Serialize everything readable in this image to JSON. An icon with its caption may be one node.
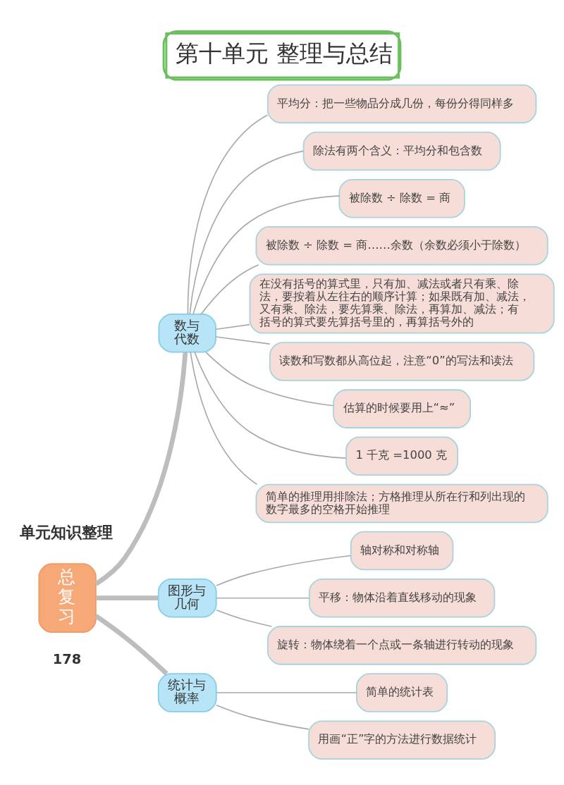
{
  "diagram": {
    "title": "第十单元 整理与总结",
    "nodes": [
      {
        "text": [
          "总复习"
        ]
      },
      {
        "text": [
          "数与代数"
        ]
      },
      {
        "text": [
          "平均分：把一些物品分成几份，每份分得同样多"
        ]
      },
      {
        "text": [
          "除法有两个含义：平均分和包含数"
        ]
      },
      {
        "text": [
          "被除数 ÷ 除数 = 商"
        ]
      },
      {
        "text": [
          "被除数 ÷ 除数 = 商……余数（余数必须小于除数）"
        ]
      },
      {
        "text": [
          "在没有括号的算式里，只有加、减法或者只有乘、除法，要按着从左往右的顺序计算；如果既有加、减法，又有乘、除法，要先算乘、除法，再算加、减法；有括号的算式要先算括号里的，再算括号外的"
        ]
      },
      {
        "text": [
          "读数和写数都从高位起，注意“0”的写法和读法"
        ]
      },
      {
        "text": [
          "估算的时候要用上“≈”"
        ]
      },
      {
        "text": [
          "1 千克 =1000 克"
        ]
      },
      {
        "text": [
          "简单的推理用排除法；方格推理从所在行和列出现的数字最多的空格开始推理"
        ]
      },
      {
        "text": [
          "图形与几何"
        ]
      },
      {
        "text": [
          "轴对称和对称轴"
        ]
      },
      {
        "text": [
          "平移：物体沿着直线移动的现象"
        ]
      },
      {
        "text": [
          "旋转：物体绕着一个点或一条轴进行转动的现象"
        ]
      },
      {
        "text": [
          "统计与概率"
        ]
      },
      {
        "text": [
          "简单的统计表"
        ]
      },
      {
        "text": [
          "用画“正”字的方法进行数据统计"
        ]
      }
    ],
    "edges": [
      {
        "from": 0,
        "to": 1,
        "arrow": "none",
        "style": "thick"
      },
      {
        "from": 1,
        "to": 2,
        "arrow": "none"
      },
      {
        "from": 1,
        "to": 3,
        "arrow": "none"
      },
      {
        "from": 1,
        "to": 4,
        "arrow": "none"
      },
      {
        "from": 1,
        "to": 5,
        "arrow": "none"
      },
      {
        "from": 1,
        "to": 6,
        "arrow": "none"
      },
      {
        "from": 1,
        "to": 7,
        "arrow": "none"
      },
      {
        "from": 1,
        "to": 8,
        "arrow": "none"
      },
      {
        "from": 1,
        "to": 9,
        "arrow": "none"
      },
      {
        "from": 1,
        "to": 10,
        "arrow": "none"
      },
      {
        "from": 0,
        "to": 11,
        "arrow": "none",
        "style": "thick"
      },
      {
        "from": 11,
        "to": 12,
        "arrow": "none"
      },
      {
        "from": 11,
        "to": 13,
        "arrow": "none"
      },
      {
        "from": 11,
        "to": 14,
        "arrow": "none"
      },
      {
        "from": 0,
        "to": 15,
        "arrow": "none",
        "style": "thick"
      },
      {
        "from": 15,
        "to": 16,
        "arrow": "none"
      },
      {
        "from": 15,
        "to": 17,
        "arrow": "none"
      }
    ],
    "labels": [
      "单元知识整理",
      "178"
    ]
  }
}
